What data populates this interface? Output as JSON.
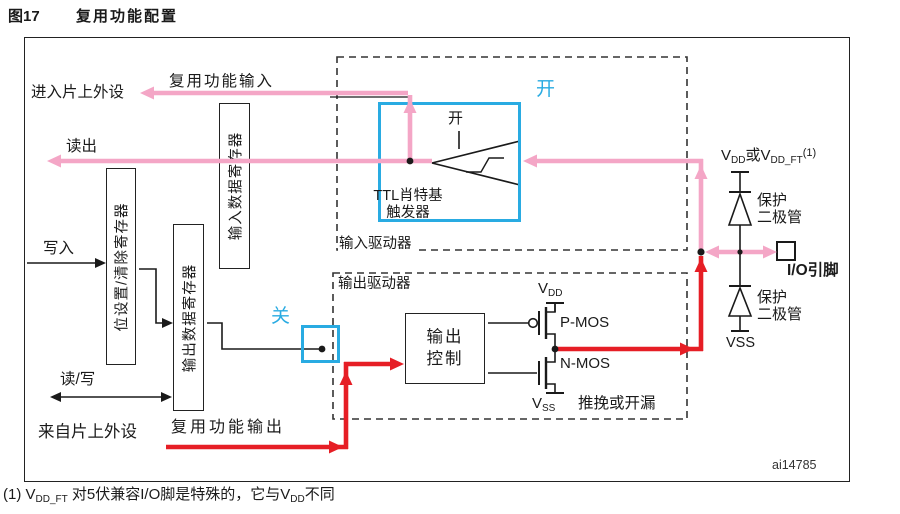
{
  "figure": {
    "tag": "图17",
    "title": "复用功能配置",
    "watermark": "ai14785"
  },
  "left": {
    "to_peripheral": "进入片上外设",
    "af_input": "复用功能输入",
    "read": "读出",
    "write": "写入",
    "read_write": "读/写",
    "from_peripheral": "来自片上外设",
    "af_output": "复用功能输出"
  },
  "registers": {
    "bit_set_clear": "位设置/清除寄存器",
    "input_data": "输入数据寄存器",
    "output_data": "输出数据寄存器"
  },
  "input_driver": {
    "label": "输入驱动器",
    "state_on": "开",
    "trigger_on": "开",
    "schmitt_l1": "TTL肖特基",
    "schmitt_l2": "触发器"
  },
  "output_driver": {
    "label": "输出驱动器",
    "state_off": "关",
    "control_l1": "输出",
    "control_l2": "控制",
    "pmos": "P-MOS",
    "nmos": "N-MOS",
    "mode": "推挽或开漏",
    "vdd_v": "V",
    "vdd_sub": "DD",
    "vss_v": "V",
    "vss_sub": "SS"
  },
  "pin": {
    "rail_p1": "V",
    "rail_s1": "DD",
    "rail_p2": "或V",
    "rail_s2": "DD_FT",
    "rail_sup": "(1)",
    "diode_top_l1": "保护",
    "diode_top_l2": "二极管",
    "diode_bottom_l1": "保护",
    "diode_bottom_l2": "二极管",
    "vss": "VSS",
    "io_label": "I/O引脚"
  },
  "footnote": {
    "p1": "(1) V",
    "s1": "DD_FT",
    "p2": " 对5伏兼容I/O脚是特殊的，它与V",
    "s2": "DD",
    "p3": "不同"
  },
  "colors": {
    "pink": "#F4A6C6",
    "red": "#E61E25",
    "accent_blue": "#29ABE2"
  }
}
